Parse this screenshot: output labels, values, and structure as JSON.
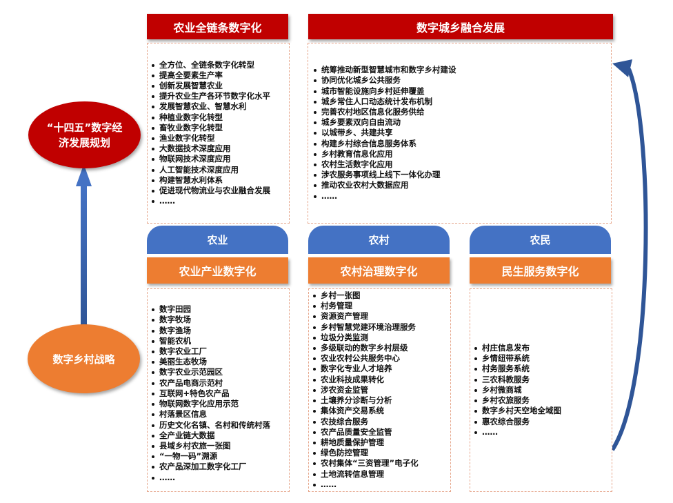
{
  "top": {
    "agri_chain": {
      "title": "农业全链条数字化",
      "items": [
        "全方位、全链条数字化转型",
        "提高全要素生产率",
        "创新发展智慧农业",
        "提升农业生产各环节数字化水平",
        "发展智慧农业、智慧水利",
        "种植业数字化转型",
        "畜牧业数字化转型",
        "渔业数字化转型",
        "大数据技术深度应用",
        "物联网技术深度应用",
        "人工智能技术深度应用",
        "构建智慧水利体系",
        "促进现代物流业与农业融合发展",
        "……"
      ]
    },
    "urban_rural": {
      "title": "数字城乡融合发展",
      "items": [
        "统筹推动新型智慧城市和数字乡村建设",
        "协同优化城乡公共服务",
        "城市智能设施向乡村延伸覆盖",
        "城乡常住人口动态统计发布机制",
        "完善农村地区信息化服务供给",
        "城乡要素双向自由流动",
        "以城带乡、共建共享",
        "构建乡村综合信息服务体系",
        "乡村教育信息化应用",
        "农村生活数字化应用",
        "涉农服务事项线上线下一体化办理",
        "推动农业农村大数据应用",
        "……"
      ]
    }
  },
  "ellipses": {
    "plan": "“十四五”数字经济发展规划",
    "strategy": "数字乡村战略"
  },
  "columns": [
    {
      "tab": "农业",
      "title": "农业产业数字化",
      "items": [
        "数字田园",
        "数字牧场",
        "数字渔场",
        "智能农机",
        "数字农业工厂",
        "美丽生态牧场",
        "数字农业示范园区",
        "农产品电商示范村",
        "互联网+特色农产品",
        "物联网数字化应用示范",
        "村落景区信息",
        "历史文化名镇、名村和传统村落",
        "全产业链大数据",
        "县域乡村农旅一张图",
        "“一物一码”溯源",
        "农产品深加工数字化工厂",
        "……"
      ]
    },
    {
      "tab": "农村",
      "title": "农村治理数字化",
      "items": [
        "乡村一张图",
        "村务管理",
        "资源资产管理",
        "乡村智慧党建环境治理服务",
        "垃圾分类监测",
        "多级联动的数字乡村层级",
        "农业农村公共服务中心",
        "数字化专业人才培养",
        "农业科技成果转化",
        "涉农资金监管",
        "土壤养分诊断与分析",
        "集体资产交易系统",
        "农技综合服务",
        "农产品质量安全监管",
        "耕地质量保护管理",
        "绿色防控管理",
        "农村集体“三资管理”电子化",
        "土地流转信息管理",
        "……"
      ]
    },
    {
      "tab": "农民",
      "title": "民生服务数字化",
      "items": [
        "村庄信息发布",
        "乡情纽带系统",
        "村务服务系统",
        "三农科教服务",
        "乡村微商城",
        "乡村农旅服务",
        "数字乡村天空地全域图",
        "惠农综合服务",
        "……"
      ]
    }
  ],
  "colors": {
    "red": "#c00000",
    "orange": "#ed7d31",
    "blue": "#4472c4",
    "border": "#e6a58a"
  }
}
